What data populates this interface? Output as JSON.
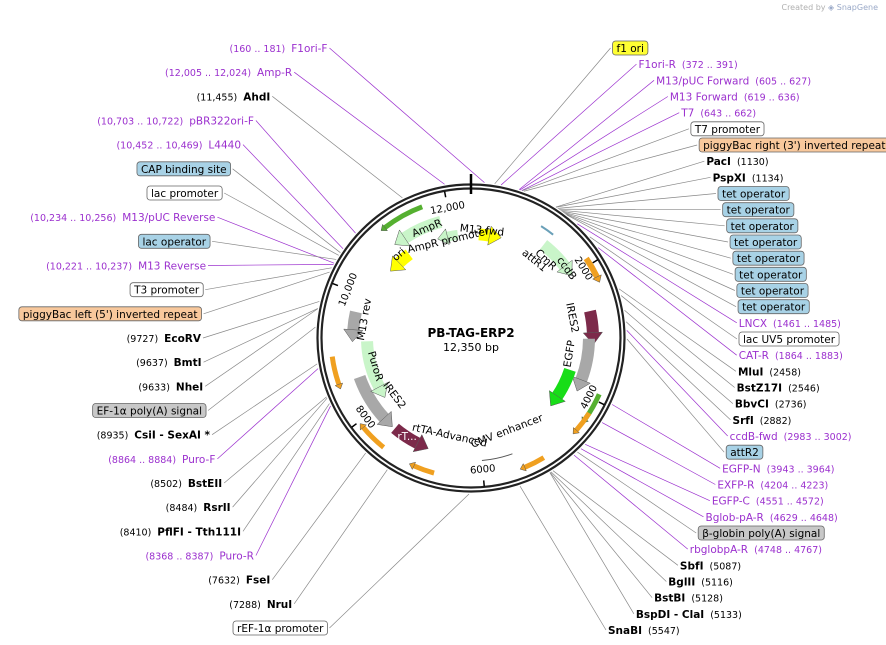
{
  "credit": {
    "prefix": "Created by",
    "brand": "SnapGene"
  },
  "plasmid": {
    "name": "PB-TAG-ERP2",
    "size": "12,350 bp"
  },
  "ticks": [
    {
      "label": "2000",
      "bp": 2000
    },
    {
      "label": "4000",
      "bp": 4000
    },
    {
      "label": "6000",
      "bp": 6000
    },
    {
      "label": "8000",
      "bp": 8000
    },
    {
      "label": "10,000",
      "bp": 10000
    },
    {
      "label": "12,000",
      "bp": 12000
    }
  ],
  "colors": {
    "enzyme": "#000000",
    "primer": "#9b30ce",
    "feature_box_blue": "#a8d2e6",
    "feature_box_orange": "#f8c89c",
    "feature_box_yellow": "#ffff33",
    "feature_box_gray": "#c8c8c8",
    "feature_box_white": "#ffffff"
  },
  "features_inside": [
    {
      "name": "AmpR",
      "label_bp": 11600,
      "r": 118,
      "rot": true
    },
    {
      "name": "AmpR promoter",
      "label_bp": 11900,
      "r": 100,
      "rot": true
    },
    {
      "name": "ori",
      "label_bp": 10950,
      "r": 110,
      "rot": true
    },
    {
      "name": "M13 fwd",
      "label_bp": 200,
      "r": 108,
      "rot": true
    },
    {
      "name": "CmR",
      "label_bp": 1500,
      "r": 108,
      "rot": true
    },
    {
      "name": "ccdB",
      "label_bp": 1850,
      "r": 118,
      "rot": true
    },
    {
      "name": "attR1",
      "label_bp": 1350,
      "r": 100,
      "rot": true
    },
    {
      "name": "IRES2",
      "label_bp": 2700,
      "r": 103,
      "rot": true
    },
    {
      "name": "EGFP",
      "label_bp": 3400,
      "r": 100,
      "rot": true
    },
    {
      "name": "CMV enhancer",
      "label_bp": 5450,
      "r": 100,
      "rot": true
    },
    {
      "name": "rtTA-Advanced",
      "label_bp": 6600,
      "r": 100,
      "rot": true
    },
    {
      "name": "IRES2",
      "label_bp": 8000,
      "r": 96,
      "rot": true
    },
    {
      "name": "PuroR",
      "label_bp": 8700,
      "r": 100,
      "rot": true
    },
    {
      "name": "M13 rev",
      "label_bp": 9600,
      "r": 108,
      "rot": true
    },
    {
      "name": "rT...",
      "label_bp": 7300,
      "r": 118,
      "rot": false
    }
  ],
  "labels_right": [
    {
      "text": "f1 ori",
      "style": "box-yellow",
      "bp": 300
    },
    {
      "text": "F1ori-R",
      "pos": "(372 .. 391)",
      "style": "primer",
      "bp": 382
    },
    {
      "text": "M13/pUC Forward",
      "pos": "(605 .. 627)",
      "style": "primer",
      "bp": 616
    },
    {
      "text": "M13 Forward",
      "pos": "(619 .. 636)",
      "style": "primer",
      "bp": 628
    },
    {
      "text": "T7",
      "pos": "(643 .. 662)",
      "style": "primer",
      "bp": 652
    },
    {
      "text": "T7 promoter",
      "style": "box-white",
      "bp": 660
    },
    {
      "text": "piggyBac right (3') inverted repeat",
      "style": "box-orange",
      "bp": 680
    },
    {
      "text": "PacI",
      "pos": "(1130)",
      "style": "enzyme",
      "bp": 1130
    },
    {
      "text": "PspXI",
      "pos": "(1134)",
      "style": "enzyme",
      "bp": 1134
    },
    {
      "text": "tet operator",
      "style": "box-blue",
      "bp": 1160
    },
    {
      "text": "tet operator",
      "style": "box-blue",
      "bp": 1180
    },
    {
      "text": "tet operator",
      "style": "box-blue",
      "bp": 1200
    },
    {
      "text": "tet operator",
      "style": "box-blue",
      "bp": 1220
    },
    {
      "text": "tet operator",
      "style": "box-blue",
      "bp": 1240
    },
    {
      "text": "tet operator",
      "style": "box-blue",
      "bp": 1260
    },
    {
      "text": "tet operator",
      "style": "box-blue",
      "bp": 1280
    },
    {
      "text": "tet operator",
      "style": "box-blue",
      "bp": 1300
    },
    {
      "text": "LNCX",
      "pos": "(1461 .. 1485)",
      "style": "primer",
      "bp": 1473
    },
    {
      "text": "lac UV5 promoter",
      "style": "box-white",
      "bp": 1700
    },
    {
      "text": "CAT-R",
      "pos": "(1864 .. 1883)",
      "style": "primer",
      "bp": 1873
    },
    {
      "text": "MluI",
      "pos": "(2458)",
      "style": "enzyme",
      "bp": 2458
    },
    {
      "text": "BstZ17I",
      "pos": "(2546)",
      "style": "enzyme",
      "bp": 2546
    },
    {
      "text": "BbvCI",
      "pos": "(2736)",
      "style": "enzyme",
      "bp": 2736
    },
    {
      "text": "SrfI",
      "pos": "(2882)",
      "style": "enzyme",
      "bp": 2882
    },
    {
      "text": "ccdB-fwd",
      "pos": "(2983 .. 3002)",
      "style": "primer",
      "bp": 2992
    },
    {
      "text": "attR2",
      "style": "box-blue",
      "bp": 3100
    },
    {
      "text": "EGFP-N",
      "pos": "(3943 .. 3964)",
      "style": "primer",
      "bp": 3953
    },
    {
      "text": "EXFP-R",
      "pos": "(4204 .. 4223)",
      "style": "primer",
      "bp": 4213
    },
    {
      "text": "EGFP-C",
      "pos": "(4551 .. 4572)",
      "style": "primer",
      "bp": 4561
    },
    {
      "text": "Bglob-pA-R",
      "pos": "(4629 .. 4648)",
      "style": "primer",
      "bp": 4638
    },
    {
      "text": "β-globin poly(A) signal",
      "style": "box-gray",
      "bp": 4700
    },
    {
      "text": "rbglobpA-R",
      "pos": "(4748 .. 4767)",
      "style": "primer",
      "bp": 4757
    },
    {
      "text": "SbfI",
      "pos": "(5087)",
      "style": "enzyme",
      "bp": 5087
    },
    {
      "text": "BglII",
      "pos": "(5116)",
      "style": "enzyme",
      "bp": 5116
    },
    {
      "text": "BstBI",
      "pos": "(5128)",
      "style": "enzyme",
      "bp": 5128
    },
    {
      "text": "BspDI - ClaI",
      "pos": "(5133)",
      "style": "enzyme",
      "bp": 5133
    },
    {
      "text": "SnaBI",
      "pos": "(5547)",
      "style": "enzyme",
      "bp": 5547
    }
  ],
  "labels_left": [
    {
      "text": "F1ori-F",
      "pos": "(160 .. 181)",
      "style": "primer",
      "bp": 170
    },
    {
      "text": "Amp-R",
      "pos": "(12,005 .. 12,024)",
      "style": "primer",
      "bp": 12015
    },
    {
      "text": "AhdI",
      "pos": "(11,455)",
      "style": "enzyme",
      "bp": 11455
    },
    {
      "text": "pBR322ori-F",
      "pos": "(10,703 .. 10,722)",
      "style": "primer",
      "bp": 10712
    },
    {
      "text": "L4440",
      "pos": "(10,452 .. 10,469)",
      "style": "primer",
      "bp": 10460
    },
    {
      "text": "CAP binding site",
      "style": "box-blue",
      "bp": 10400
    },
    {
      "text": "lac promoter",
      "style": "box-white",
      "bp": 10360
    },
    {
      "text": "M13/pUC Reverse",
      "pos": "(10,234 .. 10,256)",
      "style": "primer",
      "bp": 10245
    },
    {
      "text": "lac operator",
      "style": "box-blue",
      "bp": 10300
    },
    {
      "text": "M13 Reverse",
      "pos": "(10,221 .. 10,237)",
      "style": "primer",
      "bp": 10229
    },
    {
      "text": "T3 promoter",
      "style": "box-white",
      "bp": 10180
    },
    {
      "text": "piggyBac left (5') inverted repeat",
      "style": "box-orange",
      "bp": 10120
    },
    {
      "text": "EcoRV",
      "pos": "(9727)",
      "style": "enzyme",
      "bp": 9727
    },
    {
      "text": "BmtI",
      "pos": "(9637)",
      "style": "enzyme",
      "bp": 9637
    },
    {
      "text": "NheI",
      "pos": "(9633)",
      "style": "enzyme",
      "bp": 9633
    },
    {
      "text": "EF-1α poly(A) signal",
      "style": "box-gray",
      "bp": 9400
    },
    {
      "text": "CsiI - SexAI *",
      "pos": "(8935)",
      "style": "enzyme",
      "bp": 8935
    },
    {
      "text": "Puro-F",
      "pos": "(8864 .. 8884)",
      "style": "primer",
      "bp": 8874
    },
    {
      "text": "BstEII",
      "pos": "(8502)",
      "style": "enzyme",
      "bp": 8502
    },
    {
      "text": "RsrII",
      "pos": "(8484)",
      "style": "enzyme",
      "bp": 8484
    },
    {
      "text": "PflFI - Tth111I",
      "pos": "(8410)",
      "style": "enzyme",
      "bp": 8410
    },
    {
      "text": "Puro-R",
      "pos": "(8368 .. 8387)",
      "style": "primer",
      "bp": 8377
    },
    {
      "text": "FseI",
      "pos": "(7632)",
      "style": "enzyme",
      "bp": 7632
    },
    {
      "text": "NruI",
      "pos": "(7288)",
      "style": "enzyme",
      "bp": 7288
    },
    {
      "text": "rEF-1α promoter",
      "style": "box-white",
      "bp": 6200
    }
  ]
}
